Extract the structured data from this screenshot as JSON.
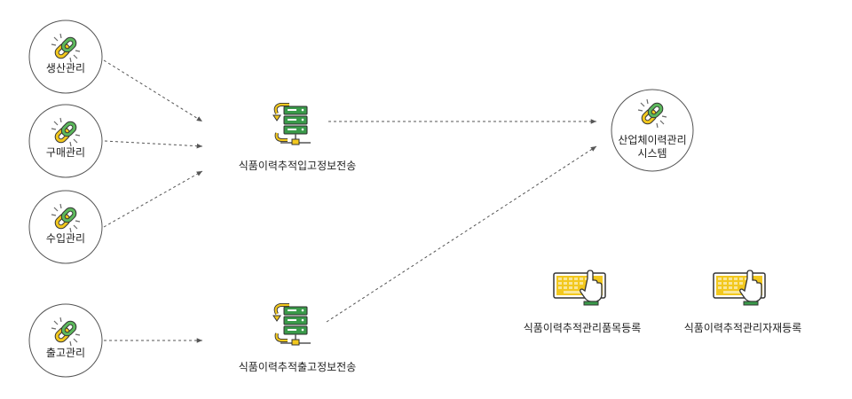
{
  "sources": [
    {
      "label": "생산관리",
      "icon": "chain-link-icon"
    },
    {
      "label": "구매관리",
      "icon": "chain-link-icon"
    },
    {
      "label": "수입관리",
      "icon": "chain-link-icon"
    },
    {
      "label": "출고관리",
      "icon": "chain-link-icon"
    }
  ],
  "servers": [
    {
      "label": "식품이력추적입고정보전송",
      "icon": "server-sync-icon"
    },
    {
      "label": "식품이력추적출고정보전송",
      "icon": "server-sync-icon"
    }
  ],
  "target": {
    "line1": "산업체이력관리",
    "line2": "시스템",
    "icon": "chain-link-icon"
  },
  "registrations": [
    {
      "label": "식품이력추적관리품목등록",
      "icon": "keyboard-hand-icon"
    },
    {
      "label": "식품이력추적관리자재등록",
      "icon": "keyboard-hand-icon"
    }
  ],
  "colors": {
    "green": "#5cb85c",
    "yellow": "#f2c81e",
    "server": "#3a9a4a",
    "stroke": "#555555"
  }
}
